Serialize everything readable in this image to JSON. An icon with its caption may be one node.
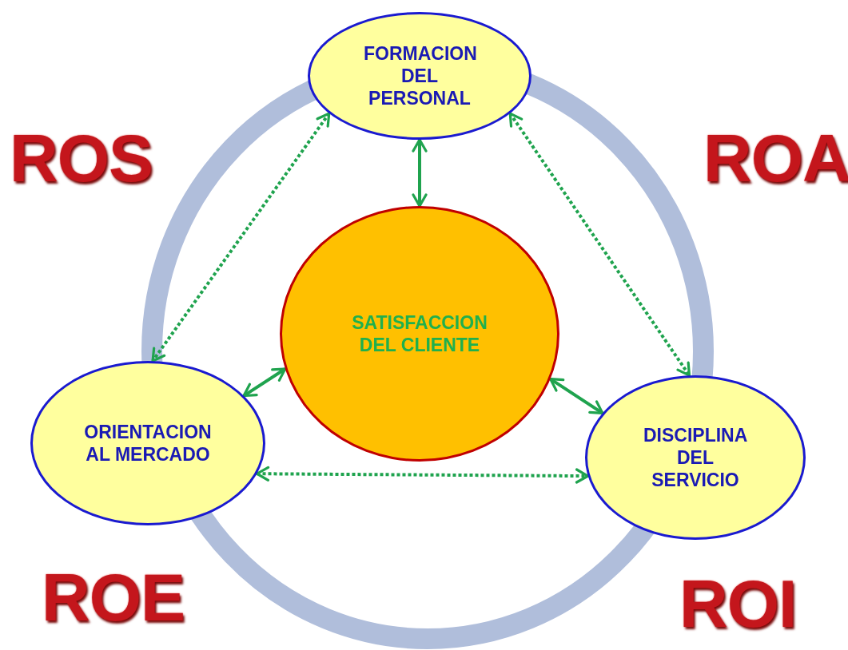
{
  "diagram": {
    "nodes": [
      {
        "text": [
          "FORMACION DEL PERSONAL"
        ]
      },
      {
        "text": [
          "SATISFACCION DEL CLIENTE"
        ]
      },
      {
        "text": [
          "ORIENTACION AL MERCADO"
        ]
      },
      {
        "text": [
          "DISCIPLINA DEL SERVICIO"
        ]
      }
    ],
    "edges": [
      {
        "from": 0,
        "to": 1,
        "arrow": "both"
      },
      {
        "from": 1,
        "to": 2,
        "arrow": "both"
      },
      {
        "from": 1,
        "to": 3,
        "arrow": "both"
      },
      {
        "from": 0,
        "to": 2,
        "arrow": "both",
        "style": "dashed"
      },
      {
        "from": 0,
        "to": 3,
        "arrow": "both",
        "style": "dashed"
      },
      {
        "from": 2,
        "to": 3,
        "arrow": "both",
        "style": "dashed"
      }
    ],
    "labels": [
      "ROS",
      "ROA",
      "ROE",
      "ROI"
    ]
  }
}
